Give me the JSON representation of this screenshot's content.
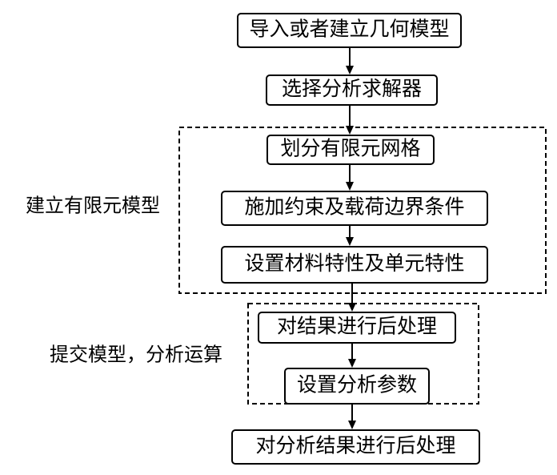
{
  "steps": [
    {
      "id": "import",
      "label": "导入或者建立几何模型"
    },
    {
      "id": "solver",
      "label": "选择分析求解器"
    },
    {
      "id": "mesh",
      "label": "划分有限元网格"
    },
    {
      "id": "constraints",
      "label": "施加约束及载荷边界条件"
    },
    {
      "id": "materials",
      "label": "设置材料特性及单元特性"
    },
    {
      "id": "postprocess-setup",
      "label": "对结果进行后处理"
    },
    {
      "id": "params",
      "label": "设置分析参数"
    },
    {
      "id": "postprocess",
      "label": "对分析结果进行后处理"
    }
  ],
  "groups": [
    {
      "id": "build-fe-model",
      "label": "建立有限元模型"
    },
    {
      "id": "submit-model",
      "label": "提交模型，分析运算"
    }
  ],
  "colors": {
    "line": "#000000",
    "background": "#ffffff"
  }
}
